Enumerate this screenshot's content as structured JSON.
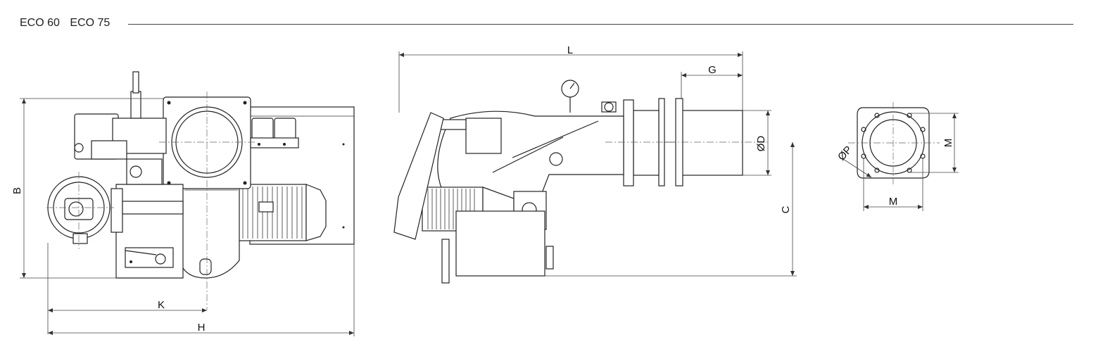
{
  "header": {
    "models": [
      "ECO 60",
      "ECO 75"
    ]
  },
  "dimensions": {
    "B": "B",
    "K": "K",
    "H": "H",
    "L": "L",
    "G": "G",
    "D": "ØD",
    "C": "C",
    "P": "ØP",
    "M_vertical": "M",
    "M_horizontal": "M"
  }
}
